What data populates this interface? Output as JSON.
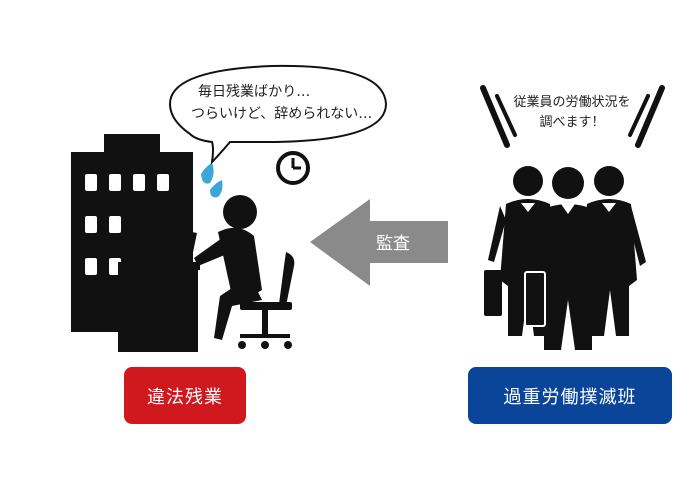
{
  "speech_bubble": {
    "line1": "毎日残業ばかり…",
    "line2": "つらいけど、辞められない…"
  },
  "inspectors": {
    "line1": "従業員の労働状況を",
    "line2": "調べます！"
  },
  "arrow": {
    "label": "監査"
  },
  "labels": {
    "left": "違法残業",
    "right": "過重労働撲滅班"
  },
  "colors": {
    "left_label": "#d0191e",
    "right_label": "#0a4599",
    "arrow": "#8a8a8a",
    "sweat": "#3aa7d8"
  }
}
